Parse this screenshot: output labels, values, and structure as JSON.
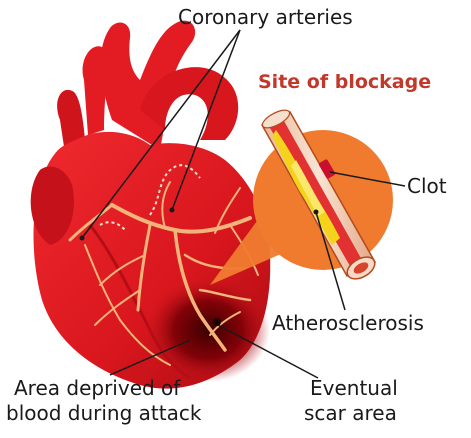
{
  "labels": {
    "coronary_arteries": "Coronary arteries",
    "site_of_blockage": "Site of blockage",
    "clot": "Clot",
    "atherosclerosis": "Atherosclerosis",
    "eventual_scar_line1": "Eventual",
    "eventual_scar_line2": "scar area",
    "area_deprived_line1": "Area deprived of",
    "area_deprived_line2": "blood during attack"
  },
  "colors": {
    "heart_red": "#e31b23",
    "heart_dark": "#8b0000",
    "artery_vein": "#f2b47a",
    "inset_circle": "#f07b2f",
    "plaque_yellow": "#f5d31a",
    "vessel_wall": "#f3d2b8",
    "clot_red": "#c8102e",
    "text_dark": "#1a1a1a",
    "accent_text": "#c0392b"
  }
}
